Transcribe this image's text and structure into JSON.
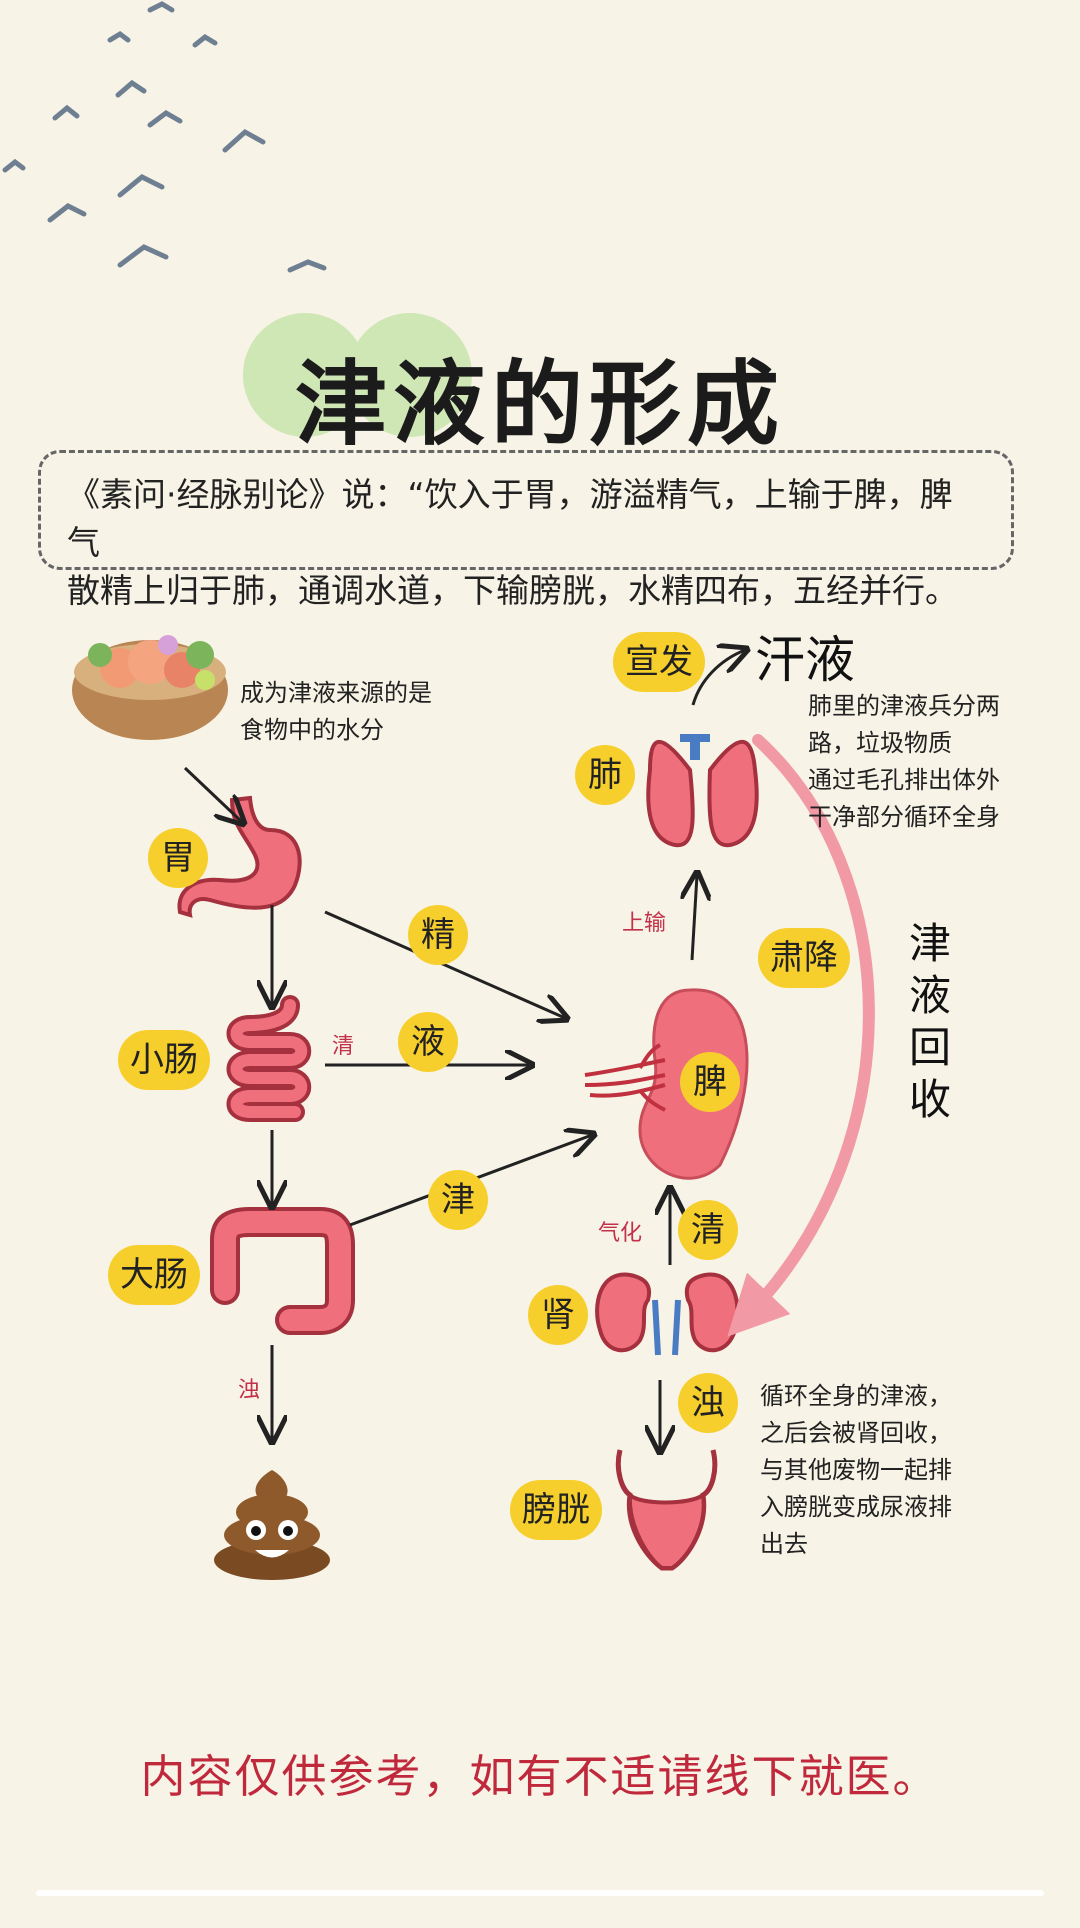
{
  "title": "津液的形成",
  "quote": {
    "line1": "《素问·经脉别论》说：“饮入于胃，游溢精气，上输于脾，脾气",
    "line2": "散精上归于肺，通调水道，下输膀胱，水精四布，五经并行。"
  },
  "food_note": [
    "成为津液来源的是",
    "食物中的水分"
  ],
  "organs": {
    "stomach": "胃",
    "small_intestine": "小肠",
    "large_intestine": "大肠",
    "spleen": "脾",
    "lung": "肺",
    "kidney": "肾",
    "bladder": "膀胱"
  },
  "process_badges": {
    "jing": "精",
    "ye": "液",
    "jin": "津",
    "xuanfa": "宣发",
    "sujiang": "肃降",
    "qing": "清",
    "zhuo": "浊"
  },
  "small_labels": {
    "qing": "清",
    "shangshu": "上输",
    "qihua": "气化",
    "zhuo": "浊"
  },
  "sweat": "汗液",
  "lung_note": [
    "肺里的津液兵分两",
    "路，垃圾物质",
    "通过毛孔排出体外",
    "干净部分循环全身"
  ],
  "recycle_label": [
    "津",
    "液",
    "回",
    "收"
  ],
  "kidney_note": [
    "循环全身的津液，",
    "之后会被肾回收，",
    "与其他废物一起排",
    "入膀胱变成尿液排",
    "出去"
  ],
  "disclaimer": "内容仅供参考，如有不适请线下就医。",
  "colors": {
    "badge": "#f7cf2c",
    "organ": "#ef6f7d",
    "accent_red": "#c0283c",
    "recycle_arrow": "#f19aa6",
    "title_highlight": "#cfe6b5"
  }
}
